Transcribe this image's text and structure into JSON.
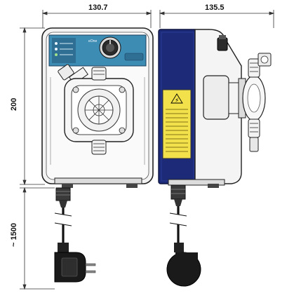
{
  "dimensions": {
    "front_width": "130.7",
    "side_depth": "135.5",
    "height": "200",
    "cable_length": "~ 1500"
  },
  "front_panel": {
    "brand": "eOne"
  },
  "warning_label": {
    "symbol": "⚡"
  },
  "colors": {
    "panel_blue": "#1c2a78",
    "display_teal": "#3d8cb4",
    "housing_white": "#f2f2f2",
    "outline": "#222222",
    "label_yellow": "#f2e14a"
  }
}
